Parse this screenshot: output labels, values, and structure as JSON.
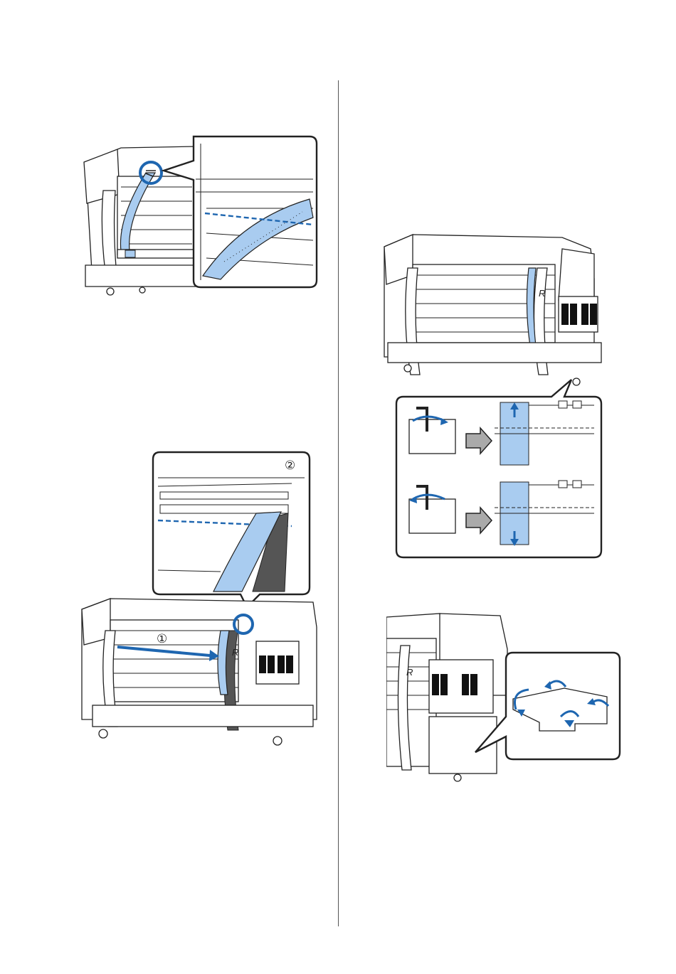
{
  "figures": {
    "fig1": {
      "name": "printer-with-platen-scale-zoom"
    },
    "fig2": {
      "name": "printer-with-scale-adjustment-callout"
    },
    "fig3": {
      "name": "printer-with-scale-rotation-callout",
      "markers": {
        "step1": "①",
        "step2": "②"
      },
      "side_label": "R"
    },
    "fig4": {
      "name": "printer-with-leveling-feet-callout",
      "side_label": "R"
    }
  },
  "fig2_side_label": "R"
}
